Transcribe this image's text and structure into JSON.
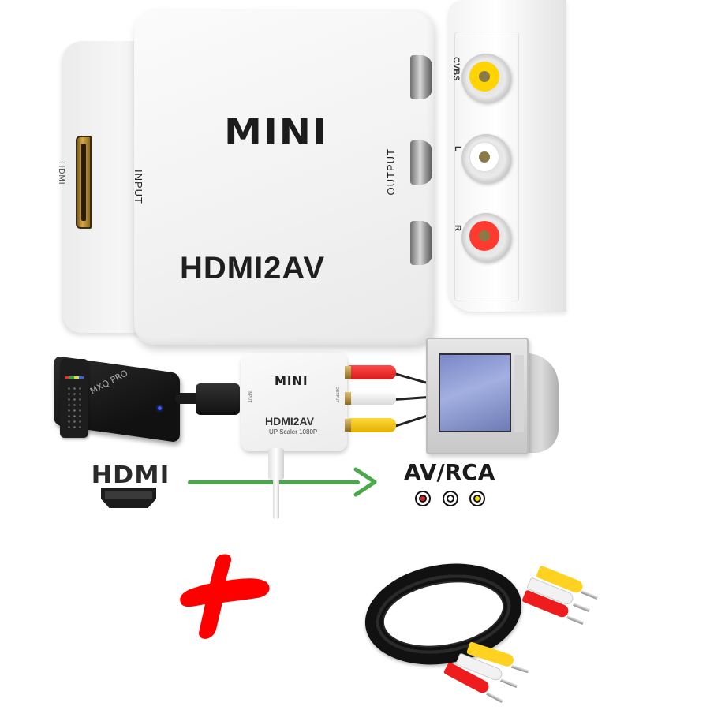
{
  "main_device": {
    "brand_text": "MINI",
    "model_text": "HDMI2AV",
    "input_label": "INPUT",
    "output_label": "OUTPUT",
    "port_label": "HDMI",
    "body_color": "#f2f2f2"
  },
  "side_view": {
    "jacks": [
      {
        "label": "CVBS",
        "color": "#ffd400"
      },
      {
        "label": "L",
        "color": "#ffffff"
      },
      {
        "label": "R",
        "color": "#ff3b2f"
      }
    ]
  },
  "connection_scene": {
    "source_device": {
      "brand_text": "MXQ PRO",
      "led_color": "#3b5bff"
    },
    "converter": {
      "brand_text": "MINI",
      "model_text": "HDMI2AV",
      "subtitle": "UP Scaler 1080P",
      "input_label": "INPUT",
      "output_label": "OUTPUT"
    },
    "av_plugs": [
      {
        "color": "#e82020"
      },
      {
        "color": "#f2f2f2"
      },
      {
        "color": "#f2c400"
      }
    ],
    "display": {
      "type": "CRT TV",
      "screen_color": "#8a97d2"
    }
  },
  "flow": {
    "from_label": "HDMI",
    "to_label": "AV/RCA",
    "arrow_color": "#4aa84a",
    "rca_dots": [
      {
        "color": "#e0202a"
      },
      {
        "color": "#ffffff"
      },
      {
        "color": "#f5e000"
      }
    ]
  },
  "bundle": {
    "plus_symbol": "+",
    "plus_color": "#ff0000",
    "accessory": "3RCA to 3RCA cable",
    "plug_colors": [
      "#ffd21f",
      "#f2f2f2",
      "#ee1c1c"
    ]
  }
}
